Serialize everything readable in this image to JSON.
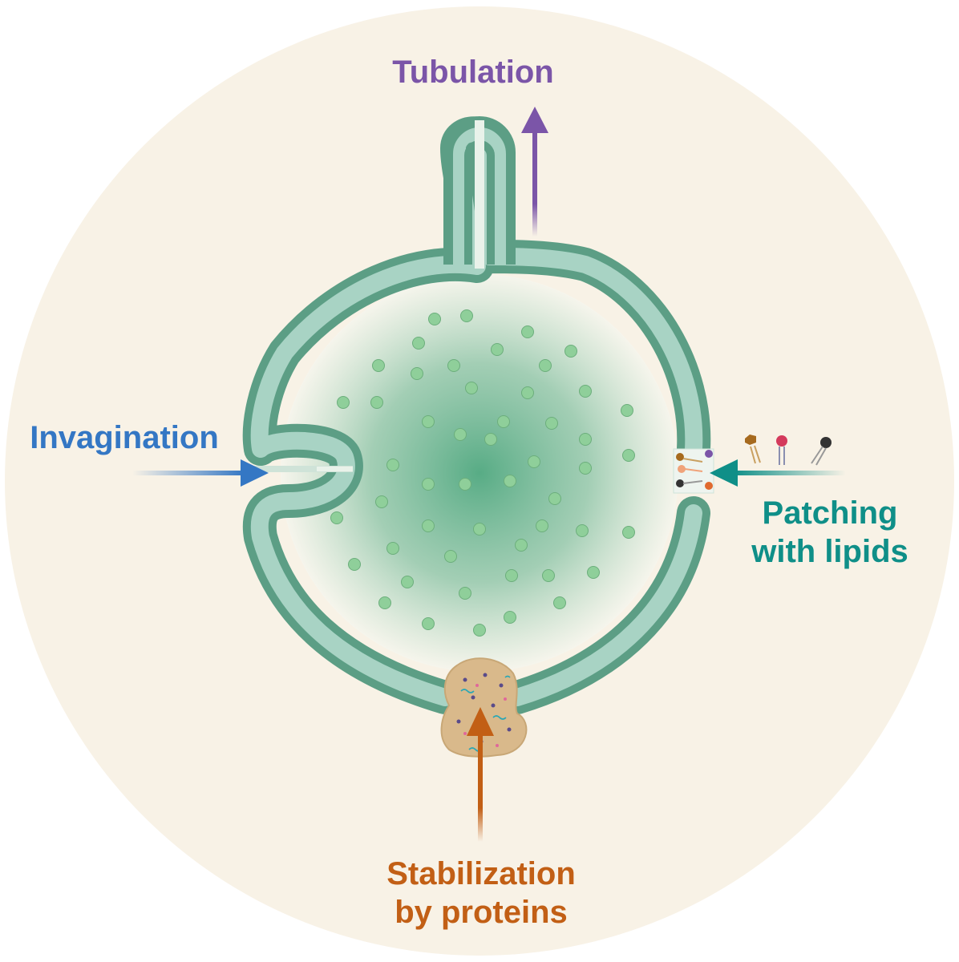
{
  "labels": {
    "tubulation": "Tubulation",
    "invagination": "Invagination",
    "patching": [
      "Patching",
      "with lipids"
    ],
    "stabilization": [
      "Stabilization",
      "by proteins"
    ]
  },
  "colors": {
    "background_disc": "#f8f2e6",
    "membrane_outer": "#5c9e85",
    "membrane_inner": "#a8d3c4",
    "lumen_center": "#4fa880",
    "vesicle_dot": "#8fcf9a",
    "tubulation": "#7b55a8",
    "invagination": "#3477c4",
    "patching": "#0f8f88",
    "stabilization": "#c25f15",
    "protein_patch": "#d9b98b"
  },
  "icons": {
    "tubulation_arrow": "arrow-up-icon",
    "invagination_arrow": "arrow-right-icon",
    "patching_arrow": "arrow-left-icon",
    "stabilization_arrow": "arrow-up-icon",
    "lipid": "lipid-molecule-icon",
    "protein_patch": "protein-aggregate-icon"
  }
}
